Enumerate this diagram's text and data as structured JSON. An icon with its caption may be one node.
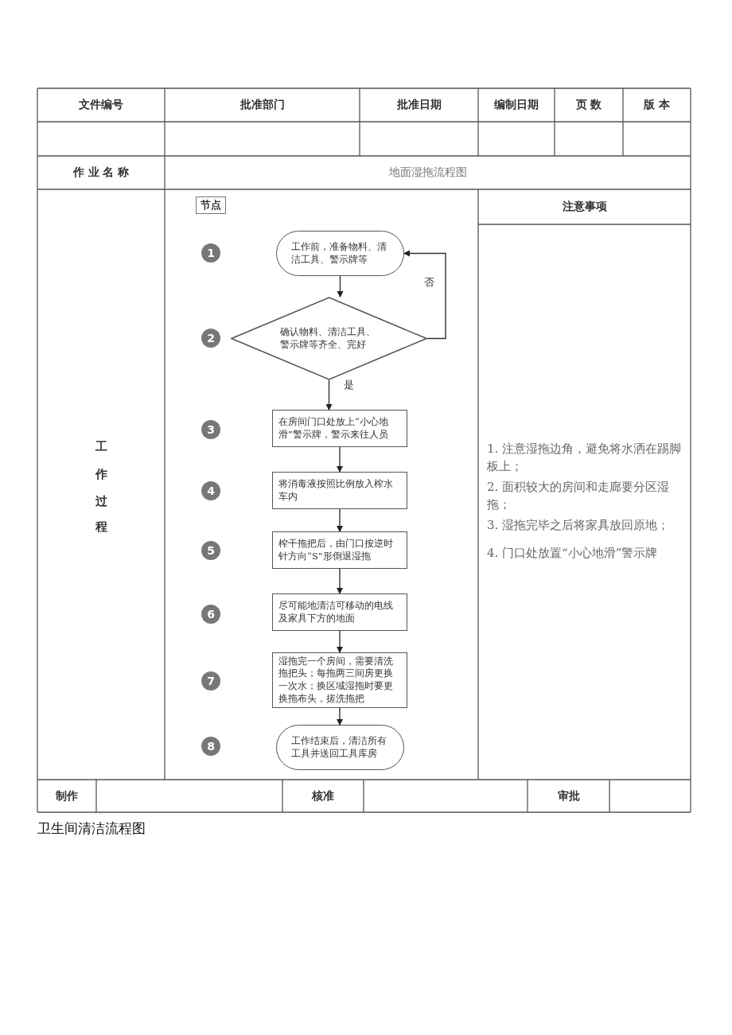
{
  "diagram": {
    "caption": "卫生间清洁流程图",
    "nodes": [
      {
        "text": [
          "工作前，准备物料、清洁工具、警示牌等"
        ]
      },
      {
        "text": [
          "确认物料、清洁工具、警示牌等齐全、完好"
        ]
      },
      {
        "text": [
          "在房间门口处放上“小心地滑”警示牌，警示来往人员"
        ]
      },
      {
        "text": [
          "将消毒液按照比例放入榨水车内"
        ]
      },
      {
        "text": [
          "榨干拖把后，由门口按逆时针方向“S”形倒退湿拖"
        ]
      },
      {
        "text": [
          "尽可能地清洁可移动的电线及家具下方的地面"
        ]
      },
      {
        "text": [
          "湿拖完一个房间，需要清洗拖把头；每拖两三间房更换一次水；换区域湿拖时要更换拖布头，搓洗拖把"
        ]
      },
      {
        "text": [
          "工作结束后，清洁所有工具并送回工具库房"
        ]
      }
    ],
    "edges": [
      {
        "from": 0,
        "to": 1,
        "arrow": "to"
      },
      {
        "from": 1,
        "to": 0,
        "arrow": "to",
        "label": "否"
      },
      {
        "from": 1,
        "to": 2,
        "arrow": "to",
        "label": "是"
      },
      {
        "from": 2,
        "to": 3,
        "arrow": "to"
      },
      {
        "from": 3,
        "to": 4,
        "arrow": "to"
      },
      {
        "from": 4,
        "to": 5,
        "arrow": "to"
      },
      {
        "from": 5,
        "to": 6,
        "arrow": "to"
      },
      {
        "from": 6,
        "to": 7,
        "arrow": "to"
      }
    ],
    "labels": [
      "文件编号",
      "批准部门",
      "批准日期",
      "编制日期",
      "页 数",
      "版 本",
      "作 业 名 称",
      "地面湿拖流程图",
      "工作过程",
      "节点",
      "1",
      "2",
      "3",
      "4",
      "5",
      "6",
      "7",
      "8",
      "注意事项",
      "1. 注意湿拖边角，避免将水洒在踢脚板上；",
      "2. 面积较大的房间和走廊要分区湿拖；",
      "3. 湿拖完毕之后将家具放回原地；",
      "4. 门口处放置“小心地滑”警示牌",
      "制作",
      "核准",
      "审批"
    ]
  }
}
